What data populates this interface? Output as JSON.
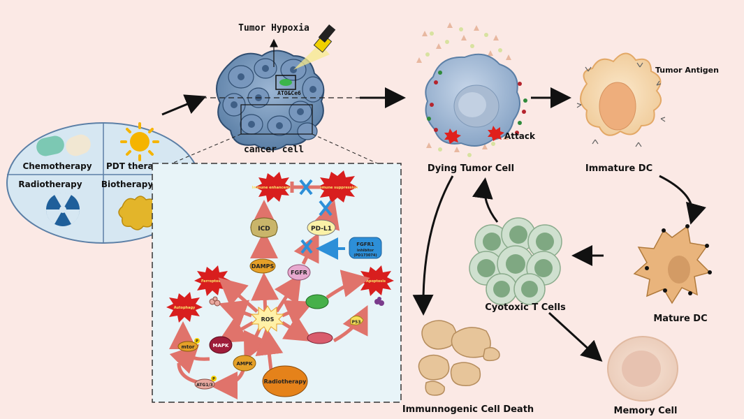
{
  "labels": {
    "tumor_hypoxia": "Tumor Hypoxia",
    "ato_ce6": "ATO&Ce6",
    "cancer_cell": "cancer cell",
    "dying_tumor_cell": "Dying Tumor Cell",
    "attack": "Attack",
    "tumor_antigen": "Tumor Antigen",
    "immature_dc": "Immature DC",
    "mature_dc": "Mature DC",
    "cytotoxic_t_cells": "Cyotoxic T Cells",
    "memory_cell": "Memory Cell",
    "icd_death": "Immunnogenic Cell Death"
  },
  "therapies": {
    "chemotherapy": "Chemotherapy",
    "pdt": "PDT therapy",
    "radiotherapy": "Radiotherapy",
    "biotherapy": "Biotherapy"
  },
  "pathway": {
    "ros": "ROS",
    "damps": "DAMPS",
    "icd": "ICD",
    "fgfr": "FGFR",
    "pdl1": "PD-L1",
    "fgfr1_inhibitor_1": "FGFR1",
    "fgfr1_inhibitor_2": "inhibitor",
    "fgfr1_inhibitor_3": "(PD173074)",
    "mapk": "MAPK",
    "mtor": "mtor",
    "ampk": "AMPK",
    "atg": "ATG1/3",
    "p53": "P53",
    "radiotherapy": "Radiotherapy",
    "immune_enhancement": "Immune enhancement",
    "immune_suppression": "Immune suppression",
    "ferroptosis": "Ferroptosis",
    "autophagy": "Autophagy",
    "apoptosis": "Apoptosis",
    "phospho": "P"
  },
  "colors": {
    "background": "#fbe9e5",
    "panel": "#e8f4f8",
    "tumor_blue": "#6f93b8",
    "pathway_arrow": "#e0736b",
    "block_x": "#2d8fd8",
    "burst_red": "#d81e1e",
    "node_orange": "#e5a028",
    "dc_skin": "#f6ddb5",
    "tcell_green": "#a7c9aa"
  }
}
